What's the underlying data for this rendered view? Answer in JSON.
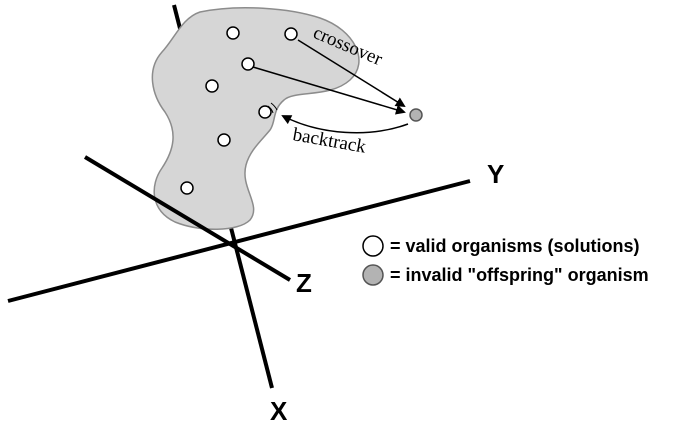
{
  "axes": {
    "x_label": "X",
    "y_label": "Y",
    "z_label": "Z"
  },
  "arrows": {
    "crossover_label": "crossover",
    "backtrack_label": "backtrack"
  },
  "legend": {
    "valid_text": "= valid organisms (solutions)",
    "invalid_text": "= invalid \"offspring\" organism"
  },
  "colors": {
    "region_fill": "#d6d6d6",
    "region_stroke": "#8c8c8c",
    "valid_fill": "#ffffff",
    "invalid_fill": "#b3b3b3",
    "ink": "#000000"
  },
  "icons": {
    "valid": "white-circle-icon",
    "invalid": "gray-circle-icon"
  }
}
